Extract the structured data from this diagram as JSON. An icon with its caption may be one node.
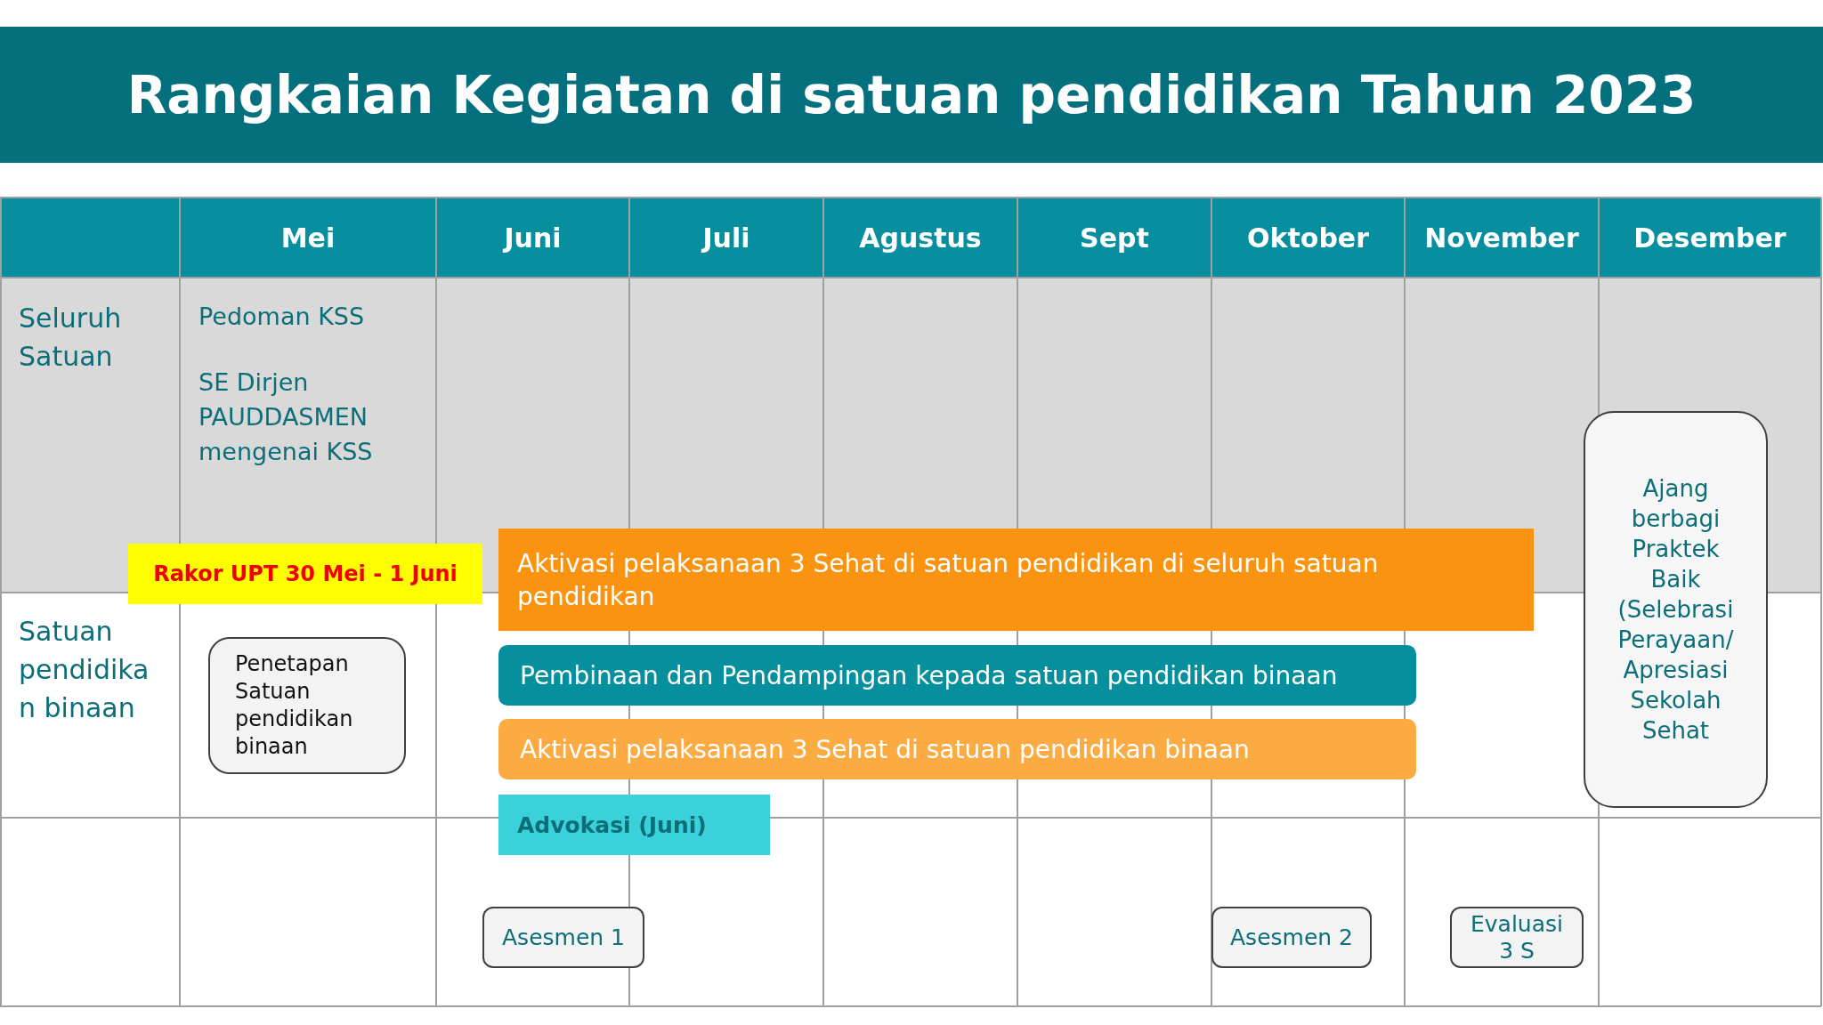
{
  "diagram": {
    "title": "Rangkaian Kegiatan di satuan pendidikan Tahun 2023",
    "nodes": [
      {
        "text": [
          "Rakor UPT 30 Mei - 1 Juni"
        ]
      },
      {
        "text": [
          "Aktivasi pelaksanaan 3 Sehat di satuan pendidikan di seluruh satuan pendidikan"
        ]
      },
      {
        "text": [
          "Ajang berbagi Praktek Baik (Selebrasi Perayaan/ Apresiasi Sekolah Sehat"
        ]
      },
      {
        "text": [
          "Penetapan Satuan pendidikan binaan"
        ]
      },
      {
        "text": [
          "Pembinaan dan Pendampingan kepada satuan pendidikan binaan"
        ]
      },
      {
        "text": [
          "Aktivasi pelaksanaan 3 Sehat di satuan pendidikan binaan"
        ]
      },
      {
        "text": [
          "Advokasi (Juni)"
        ]
      },
      {
        "text": [
          "Asesmen 1"
        ]
      },
      {
        "text": [
          "Asesmen 2"
        ]
      },
      {
        "text": [
          "Evaluasi 3 S"
        ]
      }
    ],
    "labels": [
      "Mei",
      "Juni",
      "Juli",
      "Agustus",
      "Sept",
      "Oktober",
      "November",
      "Desember",
      "Seluruh Satuan",
      "Pedoman KSS",
      "SE Dirjen PAUDDASMEN mengenai KSS",
      "Satuan pendidika n binaan"
    ]
  }
}
